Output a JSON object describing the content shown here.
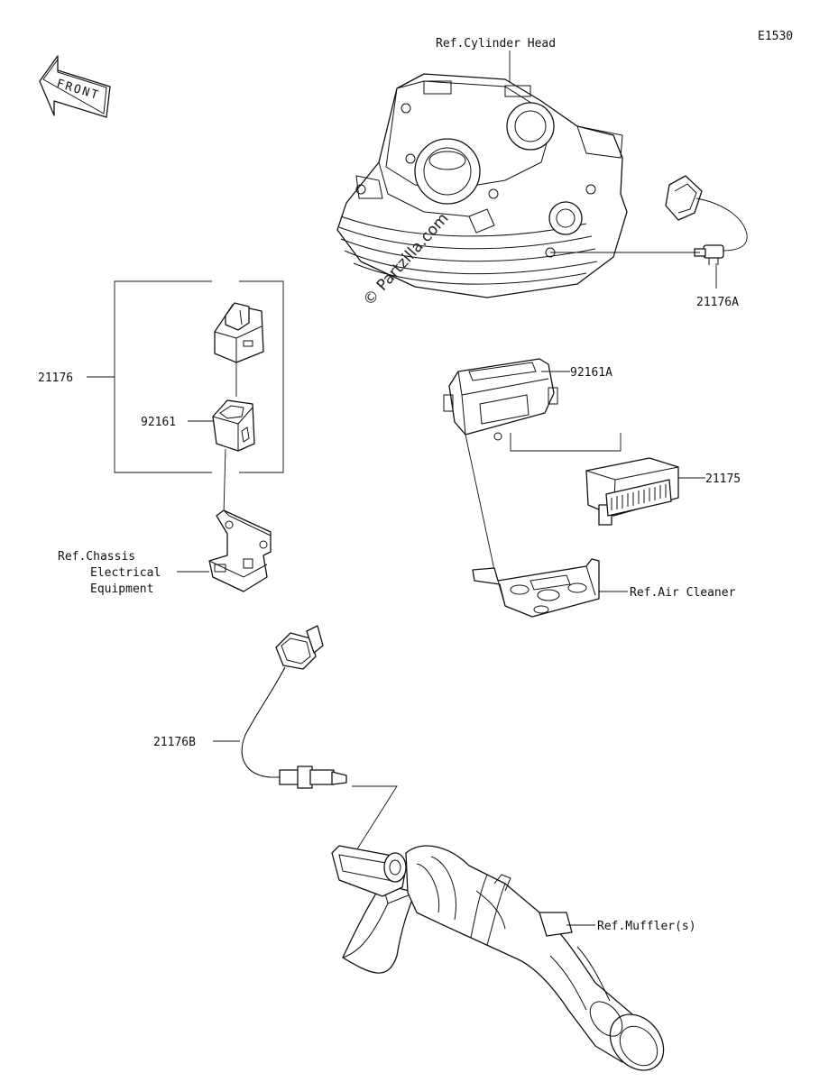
{
  "diagram_code": "E1530",
  "front_arrow_label": "FRONT",
  "watermark": "© Partzilla.com",
  "labels": {
    "ref_cylinder_head": "Ref.Cylinder Head",
    "part_21176a": "21176A",
    "part_21176": "21176",
    "part_92161": "92161",
    "part_92161a": "92161A",
    "part_21175": "21175",
    "ref_chassis_line1": "Ref.Chassis",
    "ref_chassis_line2": "Electrical",
    "ref_chassis_line3": "Equipment",
    "ref_air_cleaner": "Ref.Air Cleaner",
    "part_21176b": "21176B",
    "ref_muffler": "Ref.Muffler(s)"
  }
}
